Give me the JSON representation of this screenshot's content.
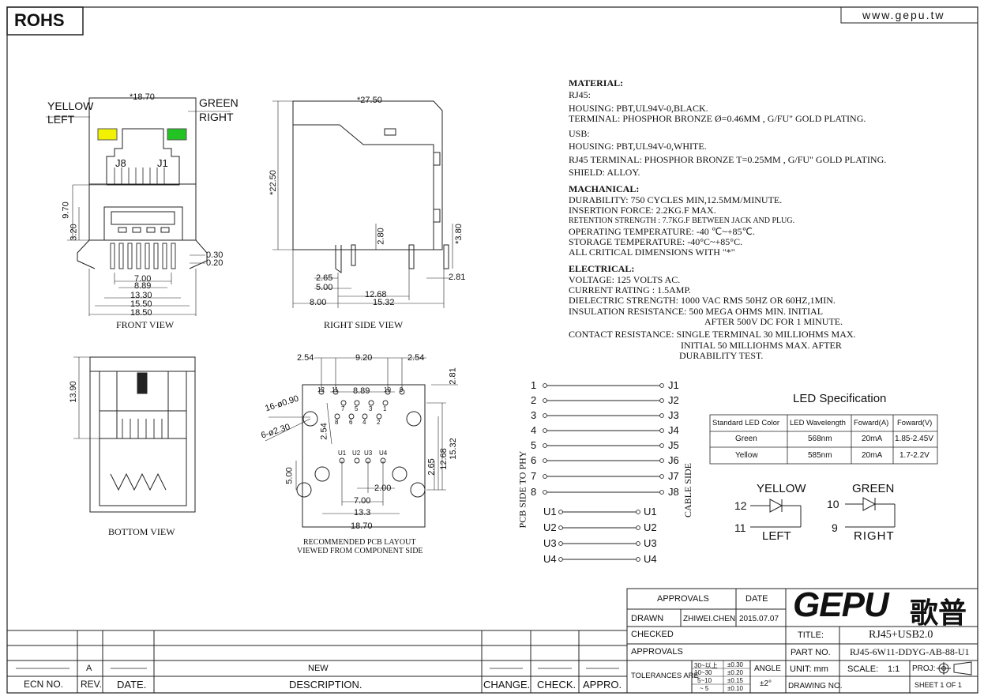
{
  "header": {
    "rohs": "ROHS",
    "website": "www.gepu.tw"
  },
  "front_view": {
    "caption": "FRONT VIEW",
    "led_left_color": "YELLOW",
    "led_left_side": "LEFT",
    "led_right_color": "GREEN",
    "led_right_side": "RIGHT",
    "pin_j8": "J8",
    "pin_j1": "J1",
    "dims": [
      "*18.70",
      "9.70",
      "3.20",
      "0.30",
      "0.20",
      "7.00",
      "8.89",
      "13.30",
      "15.50",
      "18.50"
    ]
  },
  "side_view": {
    "caption": "RIGHT SIDE VIEW",
    "dims": [
      "*27.50",
      "*22.50",
      "2.80",
      "*3.80",
      "2.81",
      "2.65",
      "5.00",
      "12.68",
      "8.00",
      "15.32"
    ]
  },
  "bottom_view": {
    "caption": "BOTTOM VIEW",
    "dims": [
      "13.90"
    ]
  },
  "pcb_layout": {
    "caption_1": "RECOMMENDED PCB LAYOUT",
    "caption_2": "VIEWED FROM COMPONENT SIDE",
    "dims": [
      "2.54",
      "9.20",
      "2.54",
      "2.81",
      "16-ø0.90",
      "8.89",
      "6-ø2.30",
      "2.54",
      "15.32",
      "12.68",
      "2.65",
      "5.00",
      "2.00",
      "7.00",
      "13.3",
      "18.70"
    ],
    "pin_labels_top": [
      "12",
      "11",
      "10",
      "9"
    ],
    "pin_labels_mid": [
      "7",
      "5",
      "3",
      "1"
    ],
    "pin_labels_low": [
      "8",
      "6",
      "4",
      "2"
    ],
    "usb_labels": [
      "U1",
      "U2",
      "U3",
      "U4"
    ]
  },
  "spec": {
    "material_title": "MATERIAL:",
    "rj45_title": "RJ45:",
    "rj45_housing": "HOUSING: PBT,UL94V-0,BLACK.",
    "rj45_terminal": "TERMINAL: PHOSPHOR BRONZE Ø=0.46MM    , G/FU\" GOLD PLATING.",
    "usb_title": "USB:",
    "usb_housing": "HOUSING: PBT,UL94V-0,WHITE.",
    "usb_terminal": "RJ45 TERMINAL: PHOSPHOR BRONZE T=0.25MM    , G/FU\" GOLD PLATING.",
    "usb_shield": "SHIELD: ALLOY.",
    "mechanical_title": "MACHANICAL:",
    "durability": "DURABILITY: 750 CYCLES MIN,12.5MM/MINUTE.",
    "insertion": "INSERTION FORCE: 2.2KG.F MAX.",
    "retention": "RETENTION STRENGTH : 7.7KG.F BETWEEN JACK AND PLUG.",
    "op_temp": "OPERATING TEMPERATURE: -40  ℃~+85℃.",
    "storage_temp": "STORAGE TEMPERATURE: -40°C~+85°C.",
    "critical": "ALL CRITICAL DIMENSIONS WITH \"*\"",
    "electrical_title": "ELECTRICAL:",
    "voltage": "VOLTAGE: 125 VOLTS AC.",
    "current": "CURRENT RATING : 1.5AMP.",
    "dielectric": "DIELECTRIC STRENGTH: 1000 VAC RMS 50HZ OR 60HZ,1MIN.",
    "insulation_1": "INSULATION RESISTANCE: 500 MEGA OHMS MIN. INITIAL",
    "insulation_2": "AFTER 500V DC FOR 1 MINUTE.",
    "contact_1": "CONTACT RESISTANCE: SINGLE TERMINAL 30 MILLIOHMS MAX.",
    "contact_2": "INITIAL 50 MILLIOHMS MAX. AFTER",
    "contact_3": "DURABILITY TEST."
  },
  "schematic": {
    "left_numbers": [
      "1",
      "2",
      "3",
      "4",
      "5",
      "6",
      "7",
      "8"
    ],
    "right_labels": [
      "J1",
      "J2",
      "J3",
      "J4",
      "J5",
      "J6",
      "J7",
      "J8"
    ],
    "usb_left": [
      "U1",
      "U2",
      "U3",
      "U4"
    ],
    "usb_right": [
      "U1",
      "U2",
      "U3",
      "U4"
    ],
    "pcb_side": "PCB SIDE TO PHY",
    "cable_side": "CABLE SIDE"
  },
  "led_spec": {
    "title": "LED Specification",
    "headers": [
      "Standard LED Color",
      "LED Wavelength",
      "Foward(A)",
      "Foward(V)"
    ],
    "rows": [
      [
        "Green",
        "568nm",
        "20mA",
        "1.85-2.45V"
      ],
      [
        "Yellow",
        "585nm",
        "20mA",
        "1.7-2.2V"
      ]
    ],
    "yellow_label": "YELLOW",
    "yellow_left": "LEFT",
    "yellow_pin_a": "12",
    "yellow_pin_b": "11",
    "green_label": "GREEN",
    "green_right": "RIGHT",
    "green_pin_a": "10",
    "green_pin_b": "9"
  },
  "title_block": {
    "approvals_label": "APPROVALS",
    "date_label": "DATE",
    "drawn_label": "DRAWN",
    "drawn_name": "ZHIWEI.CHEN",
    "drawn_date": "2015.07.07",
    "checked_label": "CHECKED",
    "approvals2_label": "APPROVALS",
    "tolerances_label": "TOLERANCES  ARE",
    "tol_ranges": [
      "30~以上",
      "10~30",
      "5~10",
      "~ 5"
    ],
    "tol_values": [
      "±0.30",
      "±0.20",
      "±0.15",
      "±0.10"
    ],
    "angle_label": "ANGLE",
    "angle_value": "±2°",
    "logo": "GEPU",
    "logo_cn": "歌普",
    "title_label": "TITLE:",
    "title_value": "RJ45+USB2.0",
    "part_label": "PART  NO.",
    "part_value": "RJ45-6W11-DDYG-AB-88-U1",
    "unit_label": "UNIT:  mm",
    "scale_label": "SCALE:",
    "scale_value": "1:1",
    "proj_label": "PROJ:",
    "drawing_label": "DRAWING  NO.",
    "sheet_label": "SHEET   1  OF  1"
  },
  "revision_block": {
    "rev_value": "A",
    "desc_value": "NEW",
    "headers": [
      "ECN  NO.",
      "REV.",
      "DATE.",
      "DESCRIPTION.",
      "CHANGE.",
      "CHECK.",
      "APPRO."
    ]
  }
}
